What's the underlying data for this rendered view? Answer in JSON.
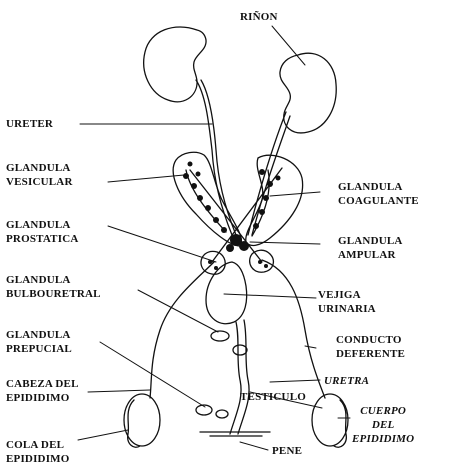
{
  "labels": {
    "rinon": "RIÑON",
    "ureter": "URETER",
    "glandula_vesicular": [
      "GLANDULA",
      "VESICULAR"
    ],
    "glandula_coagulante": [
      "GLANDULA",
      "COAGULANTE"
    ],
    "glandula_prostatica": [
      "GLANDULA",
      "PROSTATICA"
    ],
    "glandula_ampular": [
      "GLANDULA",
      "AMPULAR"
    ],
    "glandula_bulbouretral": [
      "GLANDULA",
      "BULBOURETRAL"
    ],
    "vejiga_urinaria": [
      "VEJIGA",
      "URINARIA"
    ],
    "glandula_prepucial": [
      "GLANDULA",
      "PREPUCIAL"
    ],
    "conducto_deferente": [
      "CONDUCTO",
      "DEFERENTE"
    ],
    "cabeza_epididimo": [
      "CABEZA DEL",
      "EPIDIDIMO"
    ],
    "uretra": "URETRA",
    "testiculo": "TESTICULO",
    "cuerpo_epididimo": [
      "CUERPO",
      "DEL",
      "EPIDIDIMO"
    ],
    "cola_epididimo": [
      "COLA DEL",
      "EPIDIDIMO"
    ],
    "pene": "PENE"
  }
}
